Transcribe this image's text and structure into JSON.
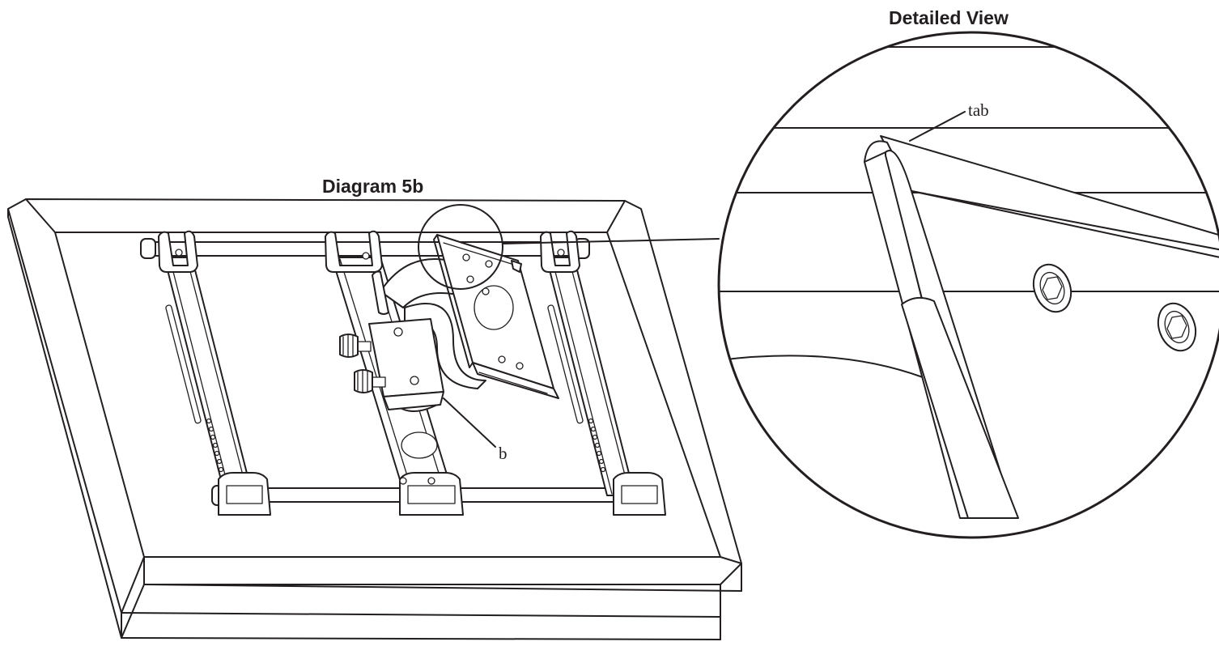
{
  "main_diagram": {
    "title": "Diagram 5b"
  },
  "detail": {
    "title": "Detailed View"
  },
  "callouts": {
    "b": "b",
    "tab": "tab"
  }
}
